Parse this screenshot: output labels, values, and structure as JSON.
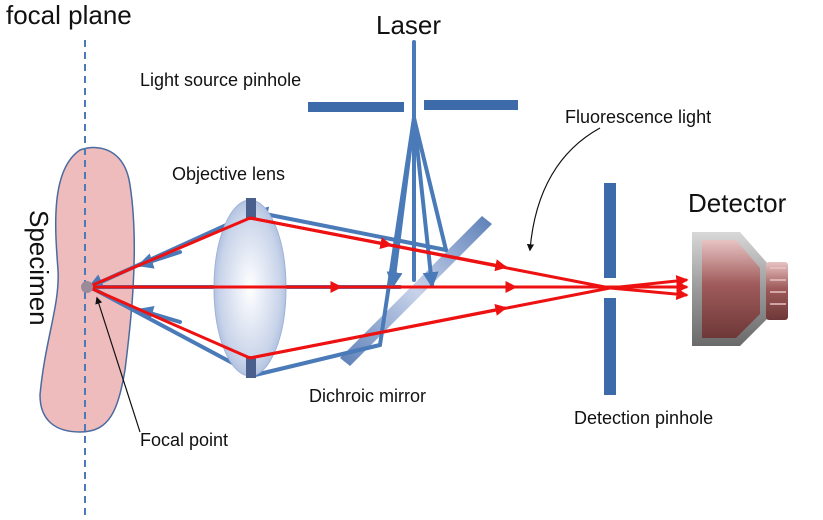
{
  "labels": {
    "focal_plane": "focal plane",
    "laser": "Laser",
    "light_source_pinhole": "Light source pinhole",
    "fluorescence_light": "Fluorescence light",
    "objective_lens": "Objective lens",
    "detector": "Detector",
    "specimen": "Specimen",
    "dichroic_mirror": "Dichroic mirror",
    "detection_pinhole": "Detection pinhole",
    "focal_point": "Focal point"
  },
  "colors": {
    "excitation_beam": "#4a7ab8",
    "fluorescence_beam": "#ee1111",
    "pinhole_plate": "#3d6aa8",
    "specimen_fill": "#eebcbc",
    "specimen_outline": "#4a6aa0",
    "focal_plane_line": "#4a7ab8",
    "detector_body": "#b06a6a"
  }
}
